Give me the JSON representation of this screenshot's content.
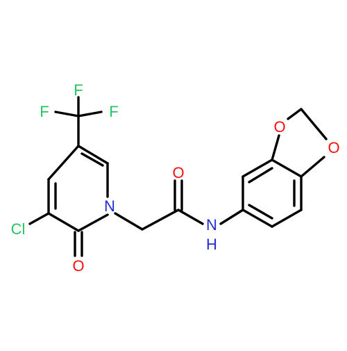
{
  "colors": {
    "bond": "#000000",
    "fluorine": "#22c55e",
    "chlorine": "#22c55e",
    "oxygen": "#ff0d0d",
    "nitrogen": "#1f2bd8"
  },
  "atoms": {
    "f_top": "F",
    "f_left": "F",
    "f_right": "F",
    "cl": "Cl",
    "n_ring": "N",
    "o_ring_carbonyl": "O",
    "o_amide": "O",
    "n_amide": "N",
    "h_amide": "H",
    "o_dioxole_top": "O",
    "o_dioxole_right": "O"
  }
}
